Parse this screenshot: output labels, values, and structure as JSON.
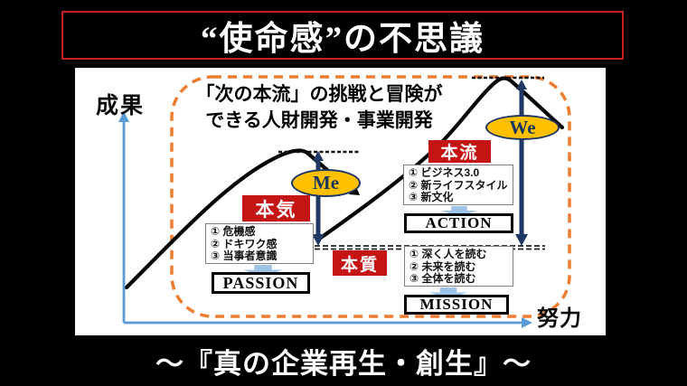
{
  "title": "“使命感”の不思議",
  "subtitle": "～『真の企業再生・創生』～",
  "diagram": {
    "header_line1": "「次の本流」の挑戦と冒険が",
    "header_line2": "できる人財開発・事業開発",
    "y_axis_label": "成果",
    "x_axis_label": "努力",
    "red_labels": {
      "honki": "本気",
      "honryu": "本流",
      "honshitsu": "本質"
    },
    "ovals": {
      "me": "Me",
      "we": "We"
    },
    "lists": {
      "passion": {
        "items": [
          "① 危機感",
          "② ドキワク感",
          "③ 当事者意識"
        ],
        "result": "PASSION"
      },
      "action": {
        "items": [
          "① ビジネス3.0",
          "② 新ライフスタイル",
          "③ 新文化"
        ],
        "result": "ACTION"
      },
      "mission": {
        "items": [
          "① 深く人を読む",
          "② 未来を読む",
          "③ 全体を読む"
        ],
        "result": "MISSION"
      }
    },
    "colors": {
      "red_box": "#c41414",
      "title_border_red": "#c41e1e",
      "orange_dashed": "#ed7d31",
      "axis_blue": "#5b9bd5",
      "navy_arrow": "#1f3864",
      "oval_yellow": "#ffc000",
      "fat_arrow_blue": "#9dc3e6"
    }
  }
}
